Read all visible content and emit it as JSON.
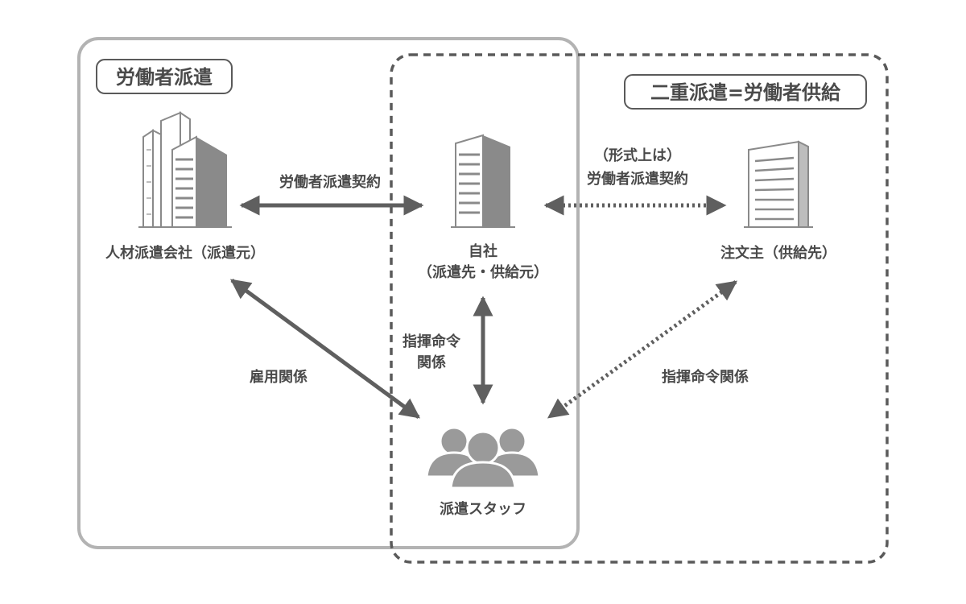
{
  "regions": {
    "dispatch_label": "労働者派遣",
    "double_dispatch_label": "二重派遣=労働者供給"
  },
  "nodes": {
    "agency_label": "人材派遣会社（派遣元）",
    "own_company_line1": "自社",
    "own_company_line2": "（派遣先・供給元）",
    "client_label": "注文主（供給先）",
    "staff_label": "派遣スタッフ"
  },
  "relations": {
    "dispatch_contract": "労働者派遣契約",
    "formal_note": "（形式上は）",
    "formal_contract": "労働者派遣契約",
    "employment": "雇用関係",
    "command_line1": "指揮命令",
    "command_line2": "関係",
    "command_right": "指揮命令関係"
  },
  "colors": {
    "solid_border": "#b3b3b3",
    "dashed_border": "#5a5a5a",
    "arrow": "#5f5f5f",
    "building_light": "#bdbdbd",
    "building_dark": "#8a8a8a",
    "people": "#9a9a9a"
  }
}
